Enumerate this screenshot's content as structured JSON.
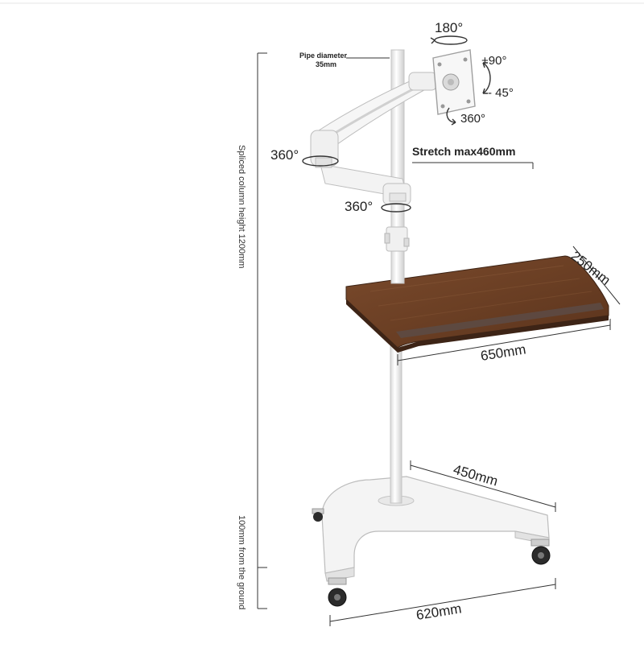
{
  "labels": {
    "pipe_diameter": "Pipe diameter",
    "pipe_diameter_value": "35mm",
    "rotate_top": "180°",
    "tilt_up": "+90°",
    "tilt_down": "- 45°",
    "rotate_monitor": "360°",
    "rotate_arm_upper": "360°",
    "rotate_arm_lower": "360°",
    "stretch": "Stretch max460mm",
    "tray_depth": "250mm",
    "tray_width": "650mm",
    "base_depth": "450mm",
    "base_width": "620mm",
    "column_height": "Spliced column height 1200mm",
    "ground_clearance": "100mm from the ground"
  },
  "colors": {
    "wood": "#6b3f24",
    "wood_edge": "#3d2416",
    "metal": "#f2f2f2",
    "metal_stroke": "#bdbdbd",
    "dimension_line": "#333333"
  }
}
